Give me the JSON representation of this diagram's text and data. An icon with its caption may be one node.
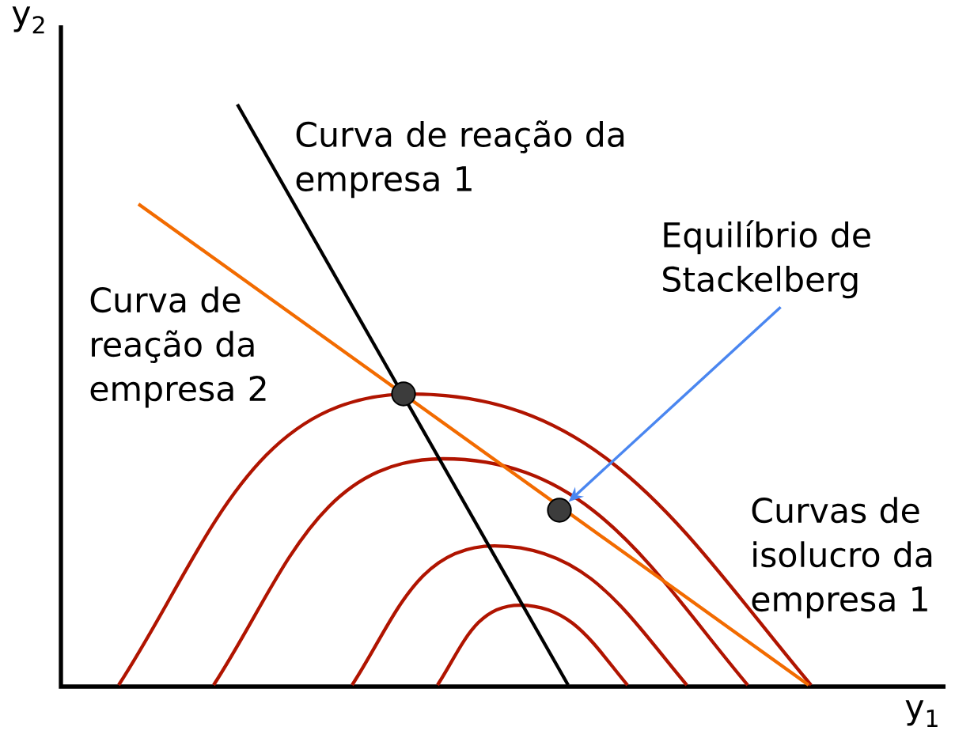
{
  "diagram": {
    "nodes": [
      {
        "text": [
          "Equilíbrio de Stackelberg"
        ]
      },
      {
        "text": [],
        "shape": "circle"
      },
      {
        "text": [],
        "shape": "circle"
      }
    ],
    "edges": [
      {
        "from": 0,
        "to": 2,
        "arrow": "to",
        "color": "#4a86f0"
      }
    ],
    "labels": [
      "y$_{2}$",
      "Curva de reação da empresa 1",
      "Curva de reação da empresa 2",
      "Curvas de isolucro da empresa 1",
      "y$_{1}$"
    ]
  }
}
